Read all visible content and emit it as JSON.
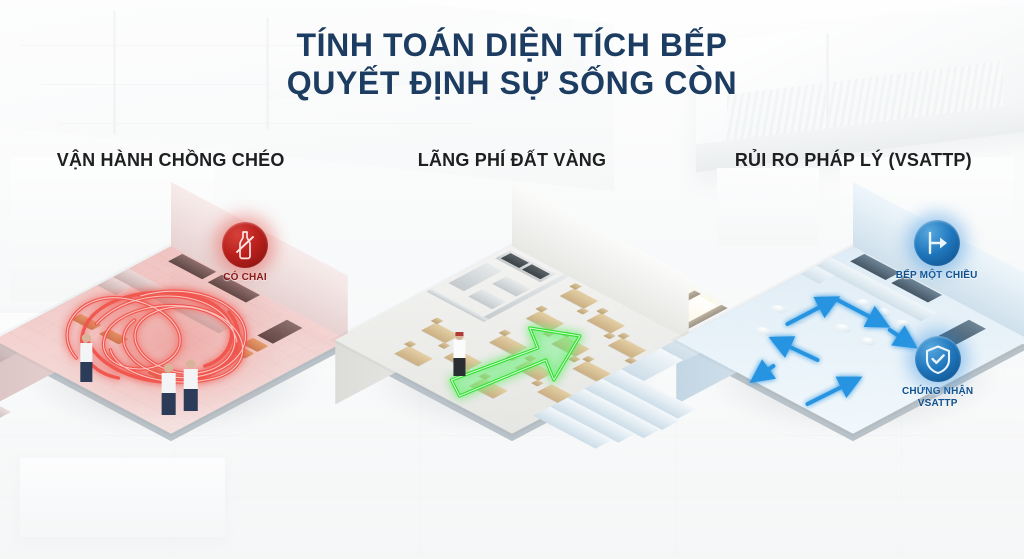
{
  "document": {
    "language": "vi",
    "kind": "marketing-infographic",
    "background_description": "faded photo of a stainless-steel commercial kitchen with a large exhaust hood"
  },
  "title": {
    "line1": "TÍNH TOÁN DIỆN TÍCH BẾP",
    "line2": "QUYẾT ĐỊNH SỰ SỐNG CÒN",
    "color": "#1c3c61"
  },
  "panels": [
    {
      "id": "panel-overlapping-operations",
      "heading": "VẬN HÀNH CHỒNG CHÉO",
      "scene": "isometric commercial kitchen rendered in red tint with tangled looping red paths showing criss-crossed staff movement; three staff members, cooking line, refrigerators and prep tables",
      "accent_color": "#e2403|",
      "accent": "#e24038",
      "badge": {
        "label": "CÓ CHAI",
        "icon": "bottle-crossed-out-icon",
        "color": "#b81f1c"
      }
    },
    {
      "id": "panel-wasted-land",
      "heading": "LÃNG PHÍ ĐẤT VÀNG",
      "scene": "isometric restaurant with a small cramped kitchen on the left and a large dining hall of wooden tables and chairs with sunlit windows; a glowing green arrow points from kitchen toward the dining area",
      "accent": "#2ee02e",
      "badge": null
    },
    {
      "id": "panel-legal-risk",
      "heading": "RỦI RO PHÁP LÝ (VSATTP)",
      "scene": "isometric stainless-steel kitchen in blue tint with clean one-way blue flow arrows circulating between prep tables, cooking line and wash area",
      "accent": "#1e8fe0",
      "badges": [
        {
          "label": "BẾP MỘT CHIỀU",
          "icon": "one-way-arrow-icon",
          "color": "#1f77bd"
        },
        {
          "label": "CHỨNG NHẬN\nVSATTP",
          "icon": "shield-check-icon",
          "color": "#1f77bd"
        }
      ]
    }
  ]
}
